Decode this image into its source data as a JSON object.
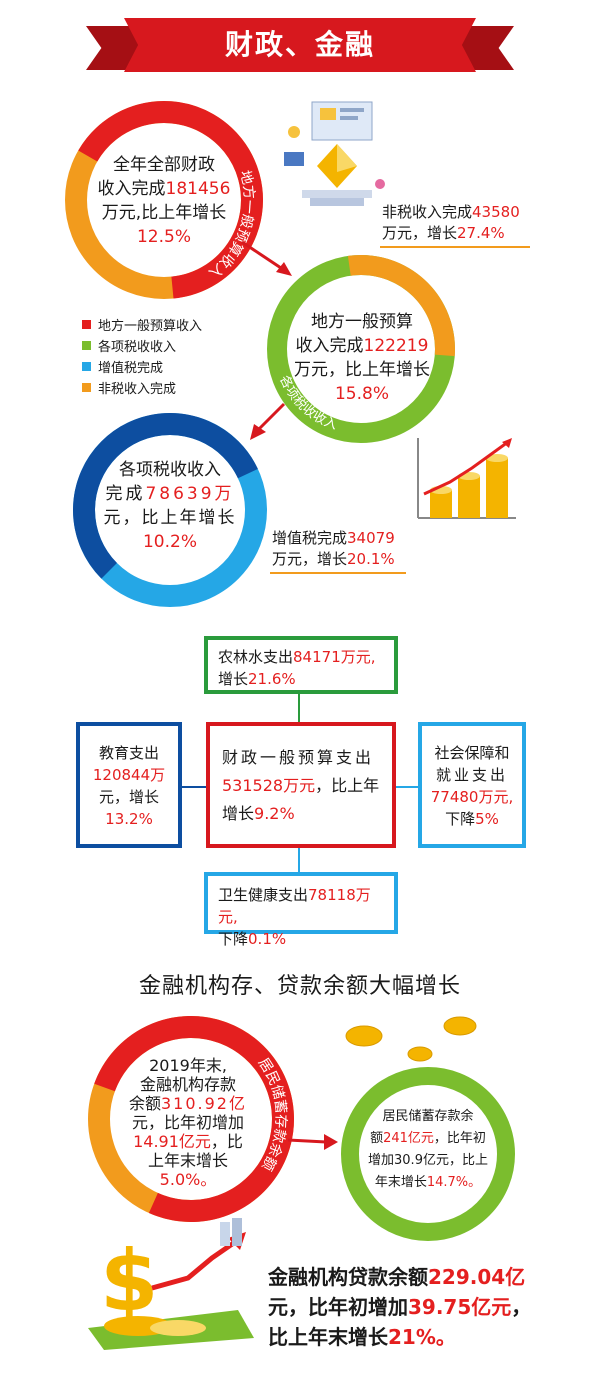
{
  "header": {
    "title": "财政、金融"
  },
  "legend": [
    {
      "label": "地方一般预算收入",
      "color": "#e41f1f"
    },
    {
      "label": "各项税收收入",
      "color": "#7bbd2e"
    },
    {
      "label": "增值税完成",
      "color": "#25a7e6"
    },
    {
      "label": "非税收入完成",
      "color": "#f29b1d"
    }
  ],
  "ring1": {
    "lines": [
      "全年全部财政",
      "收入完成"
    ],
    "value": "181456",
    "suffix": "万元,比上年增长",
    "growth": "12.5%",
    "arc_label": "地方一般预算收入"
  },
  "nontax": {
    "prefix": "非税收入完成",
    "value": "43580",
    "line2": "万元，增长",
    "growth": "27.4%"
  },
  "ring2": {
    "line1": "地方一般预算",
    "prefix": "收入完成",
    "value": "122219",
    "suffix": "万元，比上年增长",
    "growth": "15.8%",
    "arc_label": "各项税收收入"
  },
  "ring3": {
    "line1": "各项税收收入",
    "prefix": "完成",
    "value": "78639万",
    "suffix": "元，比上年增长",
    "growth": "10.2%"
  },
  "vat": {
    "prefix": "增值税完成",
    "value": "34079",
    "mid": "万元，增长",
    "growth": "20.1%"
  },
  "expenditure": {
    "agri": {
      "prefix": "农林水支出",
      "value": "84171万元,",
      "line2": "增长",
      "growth": "21.6%"
    },
    "education": {
      "line1": "教育支出",
      "value": "120844万",
      "line3": "元，增长",
      "growth": "13.2%"
    },
    "center": {
      "line1": "财政一般预算支出",
      "value": "531528万元",
      "mid": "，比上年",
      "line3": "增长",
      "growth": "9.2%"
    },
    "social": {
      "line1": "社会保障和",
      "line2": "就业支出",
      "value": "77480万元,",
      "line4": "下降",
      "growth": "5%"
    },
    "health": {
      "prefix": "卫生健康支出",
      "value": "78118万元,",
      "line2": "下降",
      "growth": "0.1%"
    }
  },
  "finance": {
    "heading": "金融机构存、贷款余额大幅增长",
    "deposit": {
      "line1": "2019年末,",
      "line2": "金融机构存款",
      "prefix": "余额",
      "value": "310.92亿",
      "l4": "元，比年初增加",
      "inc": "14.91亿元",
      "l5": "，比",
      "l6": "上年末增长",
      "growth": "5.0%。",
      "arc_label": "居民储蓄存款余额"
    },
    "savings": {
      "line1": "居民储蓄存款余",
      "prefix": "额",
      "value": "241亿元",
      "mid": "，比年初",
      "line3": "增加30.9亿元，比上",
      "line4": "年末增长",
      "growth": "14.7%。"
    },
    "loan": {
      "prefix": "金融机构贷款余额",
      "value": "229.04亿",
      "line2a": "元，比年初增加",
      "inc": "39.75亿元",
      "line2b": "，",
      "line3a": "比上年末增长",
      "growth": "21%。"
    }
  }
}
